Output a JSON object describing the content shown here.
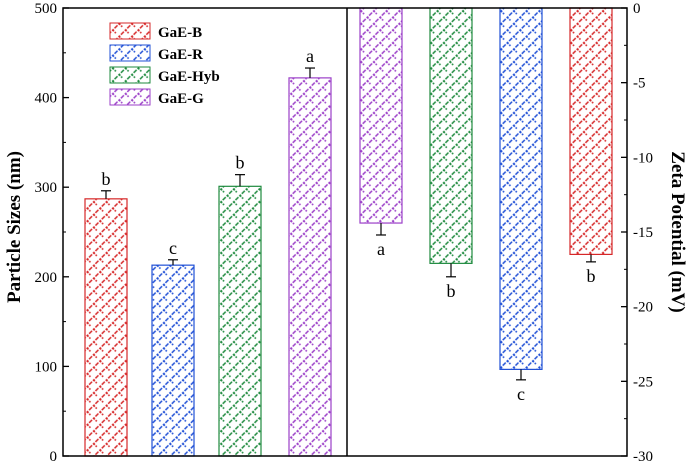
{
  "chart_data": {
    "type": "bar",
    "categories": [
      "GaE-B",
      "GaE-R",
      "GaE-Hyb",
      "GaE-G"
    ],
    "colors": {
      "GaE-B": "#d62728",
      "GaE-R": "#1f4fd6",
      "GaE-Hyb": "#1e8a3e",
      "GaE-G": "#9b3fc8"
    },
    "legend": {
      "placement": "top-left",
      "entries": [
        "GaE-B",
        "GaE-R",
        "GaE-Hyb",
        "GaE-G"
      ]
    },
    "left_panel": {
      "ylabel": "Particle Sizes (nm)",
      "ylim": [
        0,
        500
      ],
      "yticks": [
        "0",
        "100",
        "200",
        "300",
        "400",
        "500"
      ],
      "order": [
        "GaE-B",
        "GaE-R",
        "GaE-Hyb",
        "GaE-G"
      ],
      "values": [
        287,
        213,
        301,
        422
      ],
      "errors": [
        9,
        6,
        13,
        11
      ],
      "labels": [
        "b",
        "c",
        "b",
        "a"
      ]
    },
    "right_panel": {
      "ylabel": "Zeta Potential (mV)",
      "ylim": [
        -30,
        0
      ],
      "yticks": [
        "0",
        "-5",
        "-10",
        "-15",
        "-20",
        "-25",
        "-30"
      ],
      "order": [
        "GaE-G",
        "GaE-Hyb",
        "GaE-R",
        "GaE-B"
      ],
      "values": [
        -14.4,
        -17.1,
        -24.2,
        -16.5
      ],
      "errors": [
        0.8,
        0.9,
        0.7,
        0.5
      ],
      "labels": [
        "a",
        "b",
        "c",
        "b"
      ]
    }
  }
}
